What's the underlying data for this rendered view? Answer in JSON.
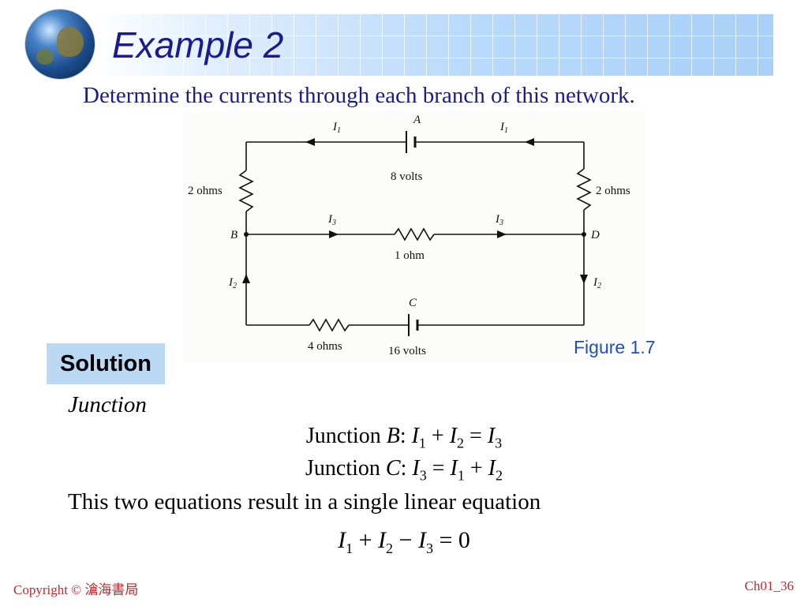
{
  "slide": {
    "title": "Example 2",
    "subtitle": "Determine the currents through each branch of this network."
  },
  "figure": {
    "caption": "Figure 1.7",
    "labels": {
      "node_a": "A",
      "node_b": "B",
      "node_c": "C",
      "node_d": "D",
      "i1_left": "I",
      "i1_left_sub": "1",
      "i1_right": "I",
      "i1_right_sub": "1",
      "i2_left": "I",
      "i2_left_sub": "2",
      "i2_right": "I",
      "i2_right_sub": "2",
      "i3_left": "I",
      "i3_left_sub": "3",
      "i3_right": "I",
      "i3_right_sub": "3",
      "left_resistor": "2 ohms",
      "right_resistor": "2 ohms",
      "middle_resistor": "1 ohm",
      "bottom_resistor": "4 ohms",
      "top_battery": "8 volts",
      "bottom_battery": "16 volts"
    }
  },
  "solution": {
    "label": "Solution",
    "heading": "Junction",
    "junction_b_prefix": "Junction ",
    "junction_b_node": "B",
    "junction_c_prefix": "Junction ",
    "junction_c_node": "C",
    "result_text": "This two equations result in a single linear equation"
  },
  "footer": {
    "copyright": "Copyright © 滄海書局",
    "page": "Ch01_36"
  },
  "colors": {
    "title": "#1b1b8f",
    "caption": "#1f4fbf",
    "solution_bg": "#bcd9f3",
    "footer": "#c1272d"
  }
}
